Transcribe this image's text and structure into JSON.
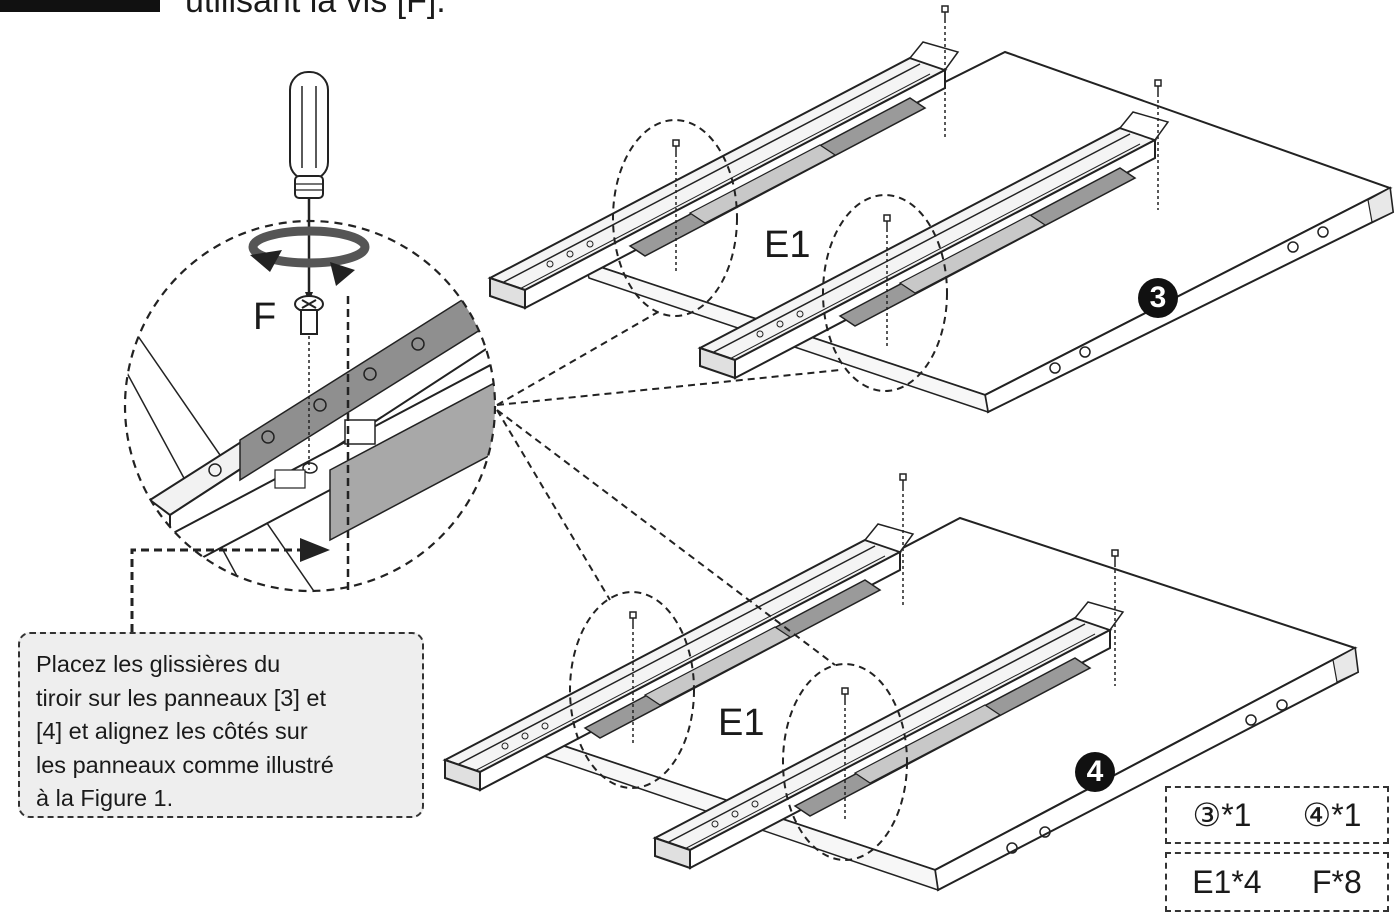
{
  "header": {
    "fragment_text": "utilisant la vis [F]."
  },
  "labels": {
    "screw": "F",
    "slides_top": "E1",
    "slides_bottom": "E1",
    "panel_top": "3",
    "panel_bottom": "4"
  },
  "instruction": {
    "text": "Placez les glissières du\ntiroir sur les panneaux [3] et\n[4] et alignez les côtés sur\nles panneaux comme illustré\nà la Figure 1."
  },
  "quantities": {
    "row1": [
      "③*1",
      "④*1"
    ],
    "row2": [
      "E1*4",
      "F*8"
    ]
  }
}
